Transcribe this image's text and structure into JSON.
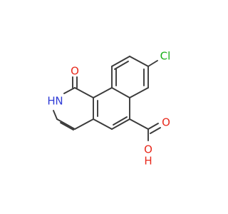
{
  "molecule": {
    "atoms": {
      "oxygen_carbonyl": {
        "symbol": "O",
        "color": "#e8291c"
      },
      "nitrogen": {
        "symbol": "N",
        "hydrogen": "H",
        "color": "#2f3bd6"
      },
      "chlorine": {
        "symbol": "Cl",
        "color": "#19b019"
      },
      "oxygen_acid_double": {
        "symbol": "O",
        "color": "#e8291c"
      },
      "oxygen_acid_hydroxyl": {
        "symbol": "O",
        "hydrogen": "H",
        "color": "#e8291c"
      }
    },
    "bond_color": "#3a3a3a"
  }
}
